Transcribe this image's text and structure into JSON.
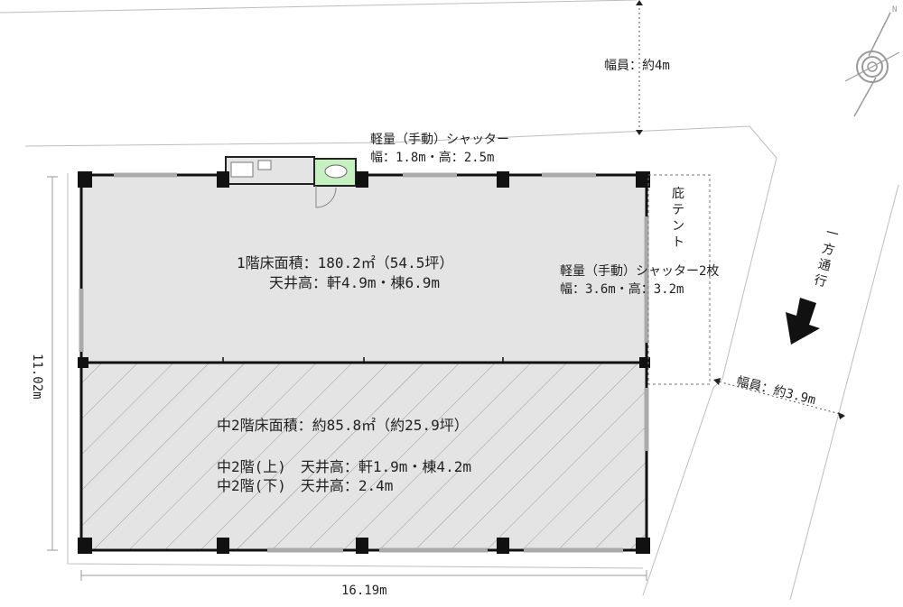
{
  "top_road": {
    "width_label": "幅員：約4m"
  },
  "side_road": {
    "width_label": "幅員：約3.9m",
    "one_way": "一方通行"
  },
  "shutter_north": {
    "title": "軽量（手動）シャッター",
    "size": "幅：1.8m・高：2.5m"
  },
  "shutter_east": {
    "title": "軽量（手動）シャッター2枚",
    "size": "幅：3.6m・高：3.2m"
  },
  "awning": {
    "label": "庇テント"
  },
  "floor1": {
    "area": "1階床面積：180.2㎡（54.5坪）",
    "ceiling": "天井高：軒4.9m・棟6.9m"
  },
  "mezzanine": {
    "area": "中2階床面積：約85.8㎡（約25.9坪）",
    "upper": "中2階(上)　天井高：軒1.9m・棟4.2m",
    "lower": "中2階(下)　天井高：2.4m"
  },
  "dimensions": {
    "depth": "11.02m",
    "width": "16.19m"
  },
  "compass": {
    "north": "N"
  }
}
